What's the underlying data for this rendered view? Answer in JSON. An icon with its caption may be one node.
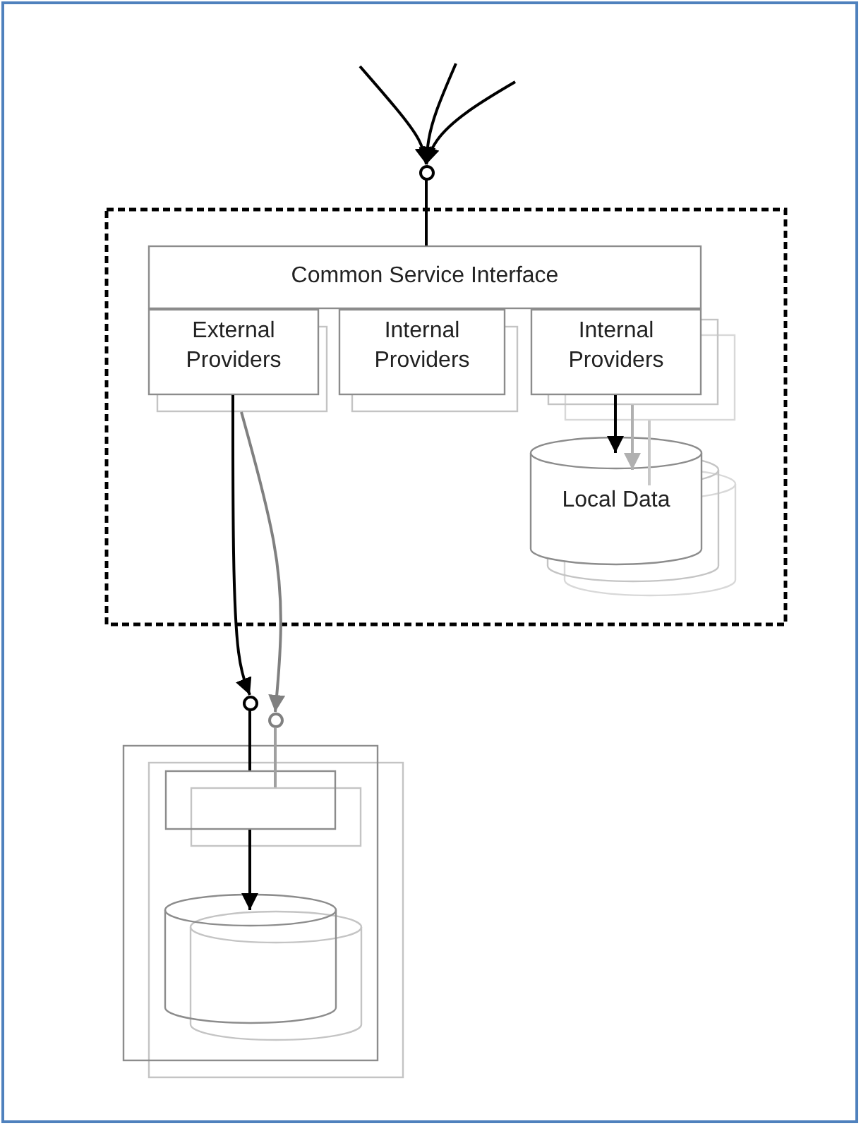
{
  "diagram": {
    "nodes": [
      {
        "text": [],
        "shape": "circle"
      },
      {
        "text": [],
        "shape": "box"
      },
      {
        "text": [
          "Common Service Interface"
        ],
        "in": 1
      },
      {
        "text": [
          "External Providers"
        ],
        "in": 1
      },
      {
        "text": [
          "Internal Providers"
        ],
        "in": 1
      },
      {
        "text": [
          "Internal Providers"
        ],
        "in": 1
      },
      {
        "text": [
          "Local Data"
        ],
        "in": 1
      },
      {
        "text": [],
        "shape": "circle"
      },
      {
        "text": [],
        "shape": "circle"
      },
      {
        "text": [],
        "shape": "box"
      },
      {
        "text": [],
        "shape": "box",
        "in": 9
      },
      {
        "text": [],
        "shape": "cylinder",
        "in": 9
      }
    ],
    "edges": [
      {
        "from": null,
        "to": 0,
        "arrow": "to"
      },
      {
        "from": null,
        "to": 0,
        "arrow": "to"
      },
      {
        "from": null,
        "to": 0,
        "arrow": "to"
      },
      {
        "from": 0,
        "to": 2,
        "arrow": "none"
      },
      {
        "from": 3,
        "to": 7,
        "arrow": "to"
      },
      {
        "from": 3,
        "to": 8,
        "arrow": "to",
        "color": "#808080"
      },
      {
        "from": 7,
        "to": 10,
        "arrow": "none"
      },
      {
        "from": 8,
        "to": 10,
        "arrow": "none",
        "color": "#a0a0a0"
      },
      {
        "from": 10,
        "to": 11,
        "arrow": "to"
      },
      {
        "from": 5,
        "to": 6,
        "arrow": "to"
      },
      {
        "from": 5,
        "to": 6,
        "arrow": "to",
        "color": "#b0b0b0"
      },
      {
        "from": 5,
        "to": 6,
        "arrow": "none",
        "color": "#c8c8c8"
      }
    ]
  }
}
